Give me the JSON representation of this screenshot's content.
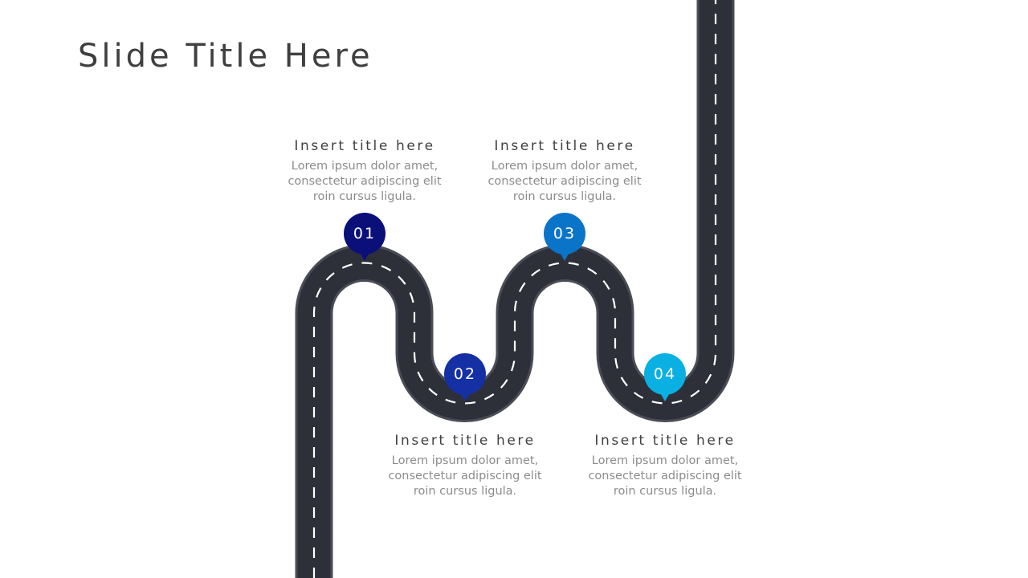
{
  "slide": {
    "title": "Slide Title Here"
  },
  "colors": {
    "road": "#2e3039",
    "road_edge": "#4a4d55",
    "lane_marking": "#ffffff",
    "title_text": "#3f3f3f",
    "body_text": "#8c8c8c"
  },
  "steps": [
    {
      "number": "01",
      "title": "Insert title here",
      "body_lines": [
        "Lorem ipsum dolor amet,",
        "consectetur adipiscing elit",
        "roin cursus ligula."
      ],
      "color": "#0a0f7a"
    },
    {
      "number": "02",
      "title": "Insert title here",
      "body_lines": [
        "Lorem ipsum dolor amet,",
        "consectetur adipiscing elit",
        "roin cursus ligula."
      ],
      "color": "#1530a4"
    },
    {
      "number": "03",
      "title": "Insert title here",
      "body_lines": [
        "Lorem ipsum dolor amet,",
        "consectetur adipiscing elit",
        "roin cursus ligula."
      ],
      "color": "#0a74c8"
    },
    {
      "number": "04",
      "title": "Insert title here",
      "body_lines": [
        "Lorem ipsum dolor amet,",
        "consectetur adipiscing elit",
        "roin cursus ligula."
      ],
      "color": "#0ab0e2"
    }
  ]
}
